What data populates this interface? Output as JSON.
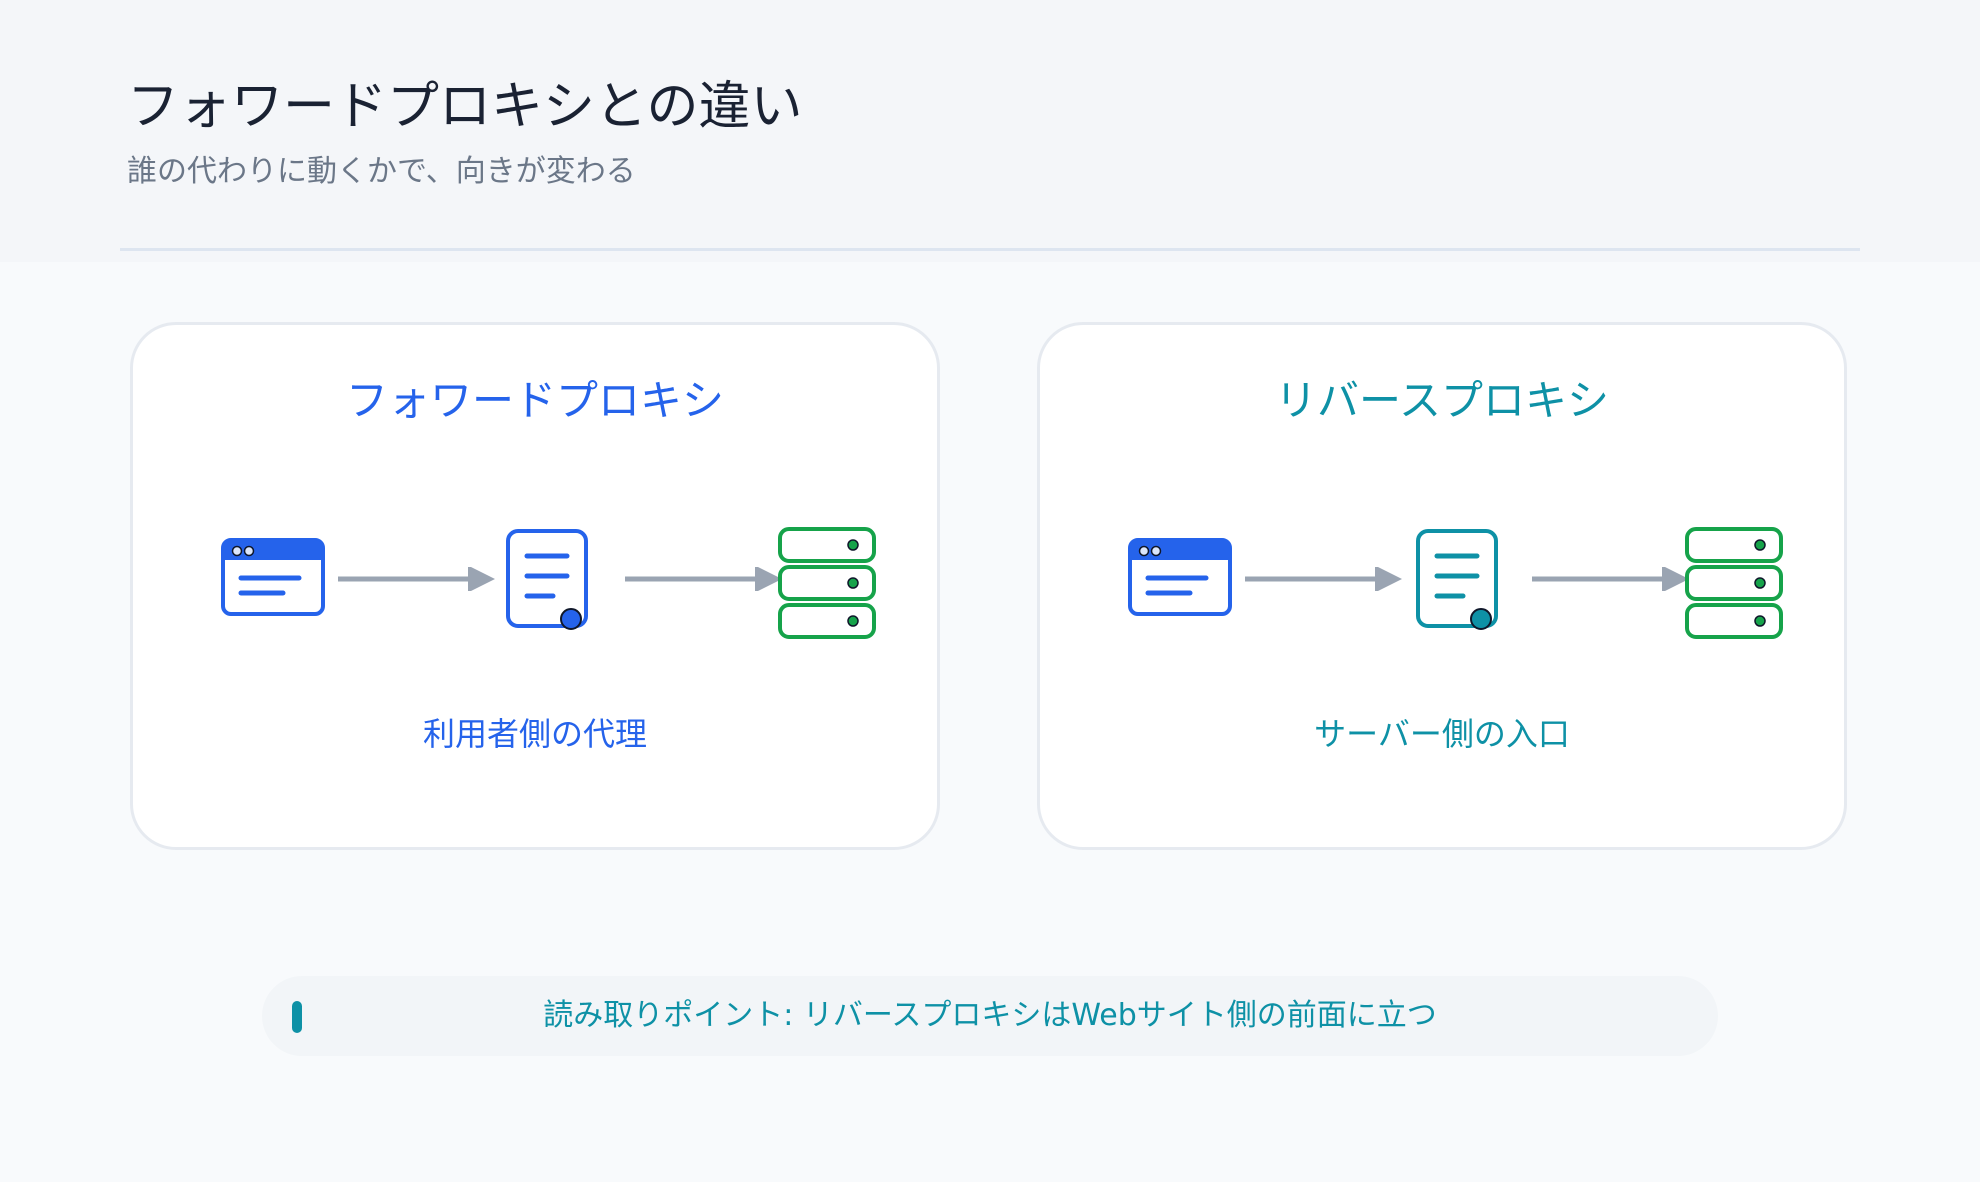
{
  "header": {
    "title": "フォワードプロキシとの違い",
    "subtitle": "誰の代わりに動くかで、向きが変わる"
  },
  "panels": [
    {
      "title": "フォワードプロキシ",
      "caption": "利用者側の代理",
      "accent": "#2563eb",
      "nodes": [
        {
          "icon": "browser-window-icon"
        },
        {
          "icon": "proxy-document-icon"
        },
        {
          "icon": "server-stack-icon"
        }
      ]
    },
    {
      "title": "リバースプロキシ",
      "caption": "サーバー側の入口",
      "accent": "#0e91a6",
      "nodes": [
        {
          "icon": "browser-window-icon"
        },
        {
          "icon": "proxy-document-icon"
        },
        {
          "icon": "server-stack-icon"
        }
      ]
    }
  ],
  "note": {
    "text": "読み取りポイント: リバースプロキシはWebサイト側の前面に立つ"
  },
  "colors": {
    "browser": "#2563eb",
    "server": "#16a34a",
    "arrow": "#9aa4b2",
    "reverse_accent": "#0e91a6"
  }
}
